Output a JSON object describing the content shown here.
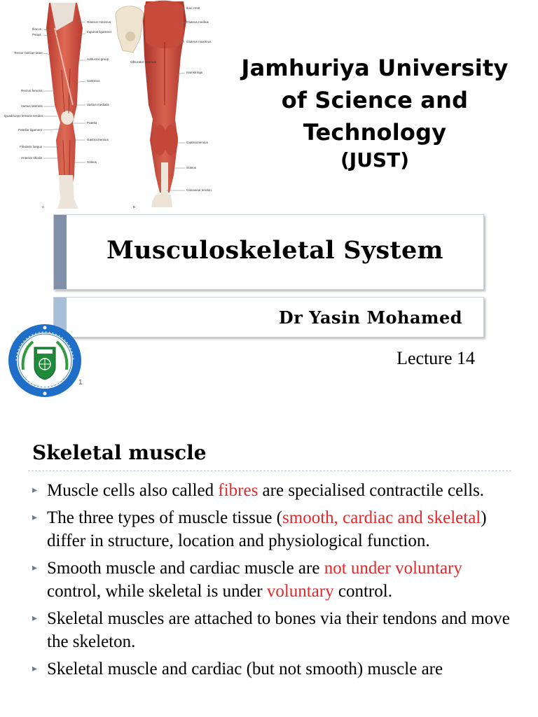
{
  "slide1": {
    "university_lines": [
      "Jamhuriya University",
      "of Science and",
      "Technology"
    ],
    "abbreviation": "(JUST)",
    "main_title": "Musculoskeletal System",
    "author": "Dr Yasin Mohamed",
    "lecture": "Lecture 14",
    "slide_number": "1",
    "anatomy_labels": {
      "front": [
        "Iliacus",
        "Psoas",
        "Tensor fasciae latae",
        "Rectus femoris",
        "Vastus lateralis",
        "Quadriceps femoris tendon",
        "Patellar ligament",
        "Fibularis longus",
        "Anterior tibialis"
      ],
      "middle": [
        "Gluteus minimus",
        "Inguinal ligament",
        "Adductor group",
        "Sartorius",
        "Vastus medialis",
        "Patella",
        "Gastrocnemius",
        "Soleus",
        "Obturator internus"
      ],
      "back": [
        "Iliac crest",
        "Gluteus medius",
        "Gluteus maximus",
        "Hamstrings",
        "Gastrocnemius",
        "Soleus",
        "Calcaneal tendon"
      ],
      "panel_letters": [
        "A",
        "B"
      ]
    },
    "colors": {
      "title_bar": "#7f8fa9",
      "author_bar": "#a8bfda",
      "logo_ring": "#1f6fc8",
      "logo_center": "#1e8a3a"
    }
  },
  "slide2": {
    "title": "Skeletal muscle",
    "bullets": [
      {
        "parts": [
          {
            "text": "Muscle cells also called "
          },
          {
            "text": "fibres",
            "red": true
          },
          {
            "text": " are specialised contractile cells."
          }
        ]
      },
      {
        "parts": [
          {
            "text": "The three types of muscle tissue ("
          },
          {
            "text": "smooth, cardiac and skeletal",
            "red": true
          },
          {
            "text": ") differ in structure, location and physiological function."
          }
        ]
      },
      {
        "parts": [
          {
            "text": "Smooth muscle and cardiac muscle are "
          },
          {
            "text": "not under voluntary",
            "red": true
          },
          {
            "text": " control, while skeletal is under "
          },
          {
            "text": "voluntary",
            "red": true
          },
          {
            "text": " control."
          }
        ]
      },
      {
        "parts": [
          {
            "text": "Skeletal muscles are attached to bones via their tendons and move the skeleton."
          }
        ]
      },
      {
        "parts": [
          {
            "text": "Skeletal muscle and cardiac (but not smooth) muscle are"
          }
        ]
      }
    ],
    "colors": {
      "highlight": "#e3282b",
      "bullet_marker": "#6a7a9a"
    }
  }
}
